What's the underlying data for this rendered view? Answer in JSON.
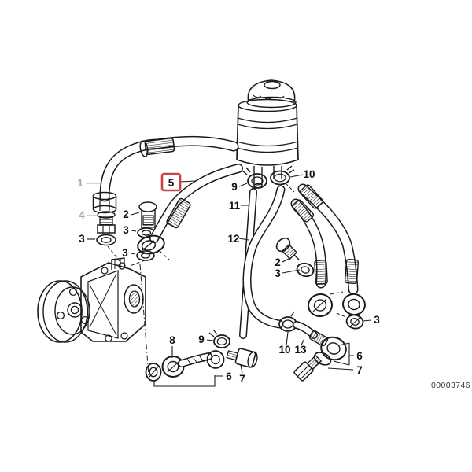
{
  "callouts": {
    "c1": {
      "text": "1",
      "muted": true
    },
    "c4": {
      "text": "4",
      "muted": true
    },
    "c2_left": {
      "text": "2"
    },
    "c3_mid_upper": {
      "text": "3"
    },
    "c3_left": {
      "text": "3"
    },
    "c3_mid_lower": {
      "text": "3"
    },
    "c5_highlighted": {
      "text": "5"
    },
    "c9_top": {
      "text": "9"
    },
    "c10_top": {
      "text": "10"
    },
    "c11": {
      "text": "11"
    },
    "c12": {
      "text": "12"
    },
    "c2_right": {
      "text": "2"
    },
    "c3_right": {
      "text": "3"
    },
    "c3_far_right": {
      "text": "3"
    },
    "c8": {
      "text": "8"
    },
    "c9_bottom": {
      "text": "9"
    },
    "c10_bottom": {
      "text": "10"
    },
    "c13": {
      "text": "13"
    },
    "c6_left": {
      "text": "6"
    },
    "c7_left": {
      "text": "7"
    },
    "c6_right": {
      "text": "6"
    },
    "c7_right": {
      "text": "7"
    }
  },
  "footer": {
    "diagram_number": "00003746"
  },
  "colors": {
    "line": "#1a1a1a",
    "muted_label": "#a9a9a9",
    "highlight_box": "#c94444",
    "background": "#ffffff"
  }
}
